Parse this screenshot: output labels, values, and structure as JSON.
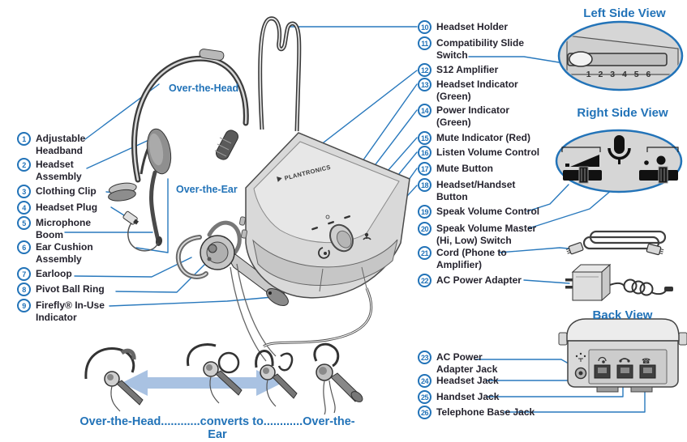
{
  "colors": {
    "accent_blue": "#2273b8",
    "text_dark": "#25232e",
    "arrow_blue": "#a9c2e2"
  },
  "headings": {
    "left_side_view": "Left Side View",
    "right_side_view": "Right Side View",
    "back_view": "Back View"
  },
  "labels": {
    "over_the_head": "Over-the-Head",
    "over_the_ear": "Over-the-Ear"
  },
  "caption": "Over-the-Head............converts to............Over-the-Ear",
  "amplifier": {
    "brand": "PLANTRONICS"
  },
  "left_side_view": {
    "scale": "1 2 3 4 5 6"
  },
  "callouts": [
    {
      "num": "1",
      "label": "Adjustable\nHeadband"
    },
    {
      "num": "2",
      "label": "Headset\nAssembly"
    },
    {
      "num": "3",
      "label": "Clothing Clip"
    },
    {
      "num": "4",
      "label": "Headset Plug"
    },
    {
      "num": "5",
      "label": "Microphone\nBoom"
    },
    {
      "num": "6",
      "label": "Ear Cushion\nAssembly"
    },
    {
      "num": "7",
      "label": "Earloop"
    },
    {
      "num": "8",
      "label": "Pivot Ball Ring"
    },
    {
      "num": "9",
      "label": "Firefly® In-Use\nIndicator"
    },
    {
      "num": "10",
      "label": "Headset Holder"
    },
    {
      "num": "11",
      "label": "Compatibility Slide\nSwitch"
    },
    {
      "num": "12",
      "label": "S12 Amplifier"
    },
    {
      "num": "13",
      "label": "Headset Indicator\n(Green)"
    },
    {
      "num": "14",
      "label": "Power Indicator\n(Green)"
    },
    {
      "num": "15",
      "label": "Mute Indicator (Red)"
    },
    {
      "num": "16",
      "label": "Listen Volume Control"
    },
    {
      "num": "17",
      "label": "Mute Button"
    },
    {
      "num": "18",
      "label": "Headset/Handset\nButton"
    },
    {
      "num": "19",
      "label": "Speak Volume Control"
    },
    {
      "num": "20",
      "label": "Speak Volume Master\n(Hi, Low) Switch"
    },
    {
      "num": "21",
      "label": "Cord (Phone to\nAmplifier)"
    },
    {
      "num": "22",
      "label": "AC Power Adapter"
    },
    {
      "num": "23",
      "label": "AC Power\nAdapter Jack"
    },
    {
      "num": "24",
      "label": "Headset Jack"
    },
    {
      "num": "25",
      "label": "Handset Jack"
    },
    {
      "num": "26",
      "label": "Telephone Base Jack"
    }
  ]
}
